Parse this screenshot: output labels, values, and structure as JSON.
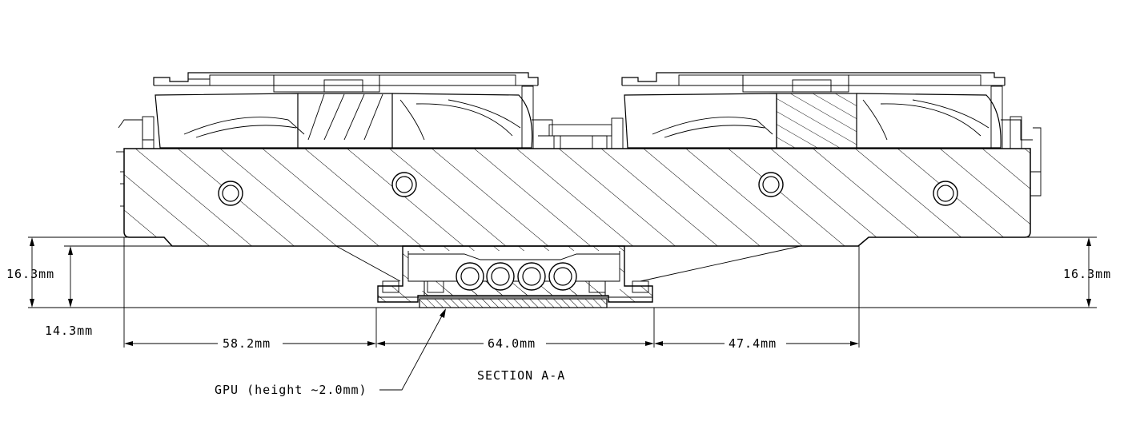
{
  "labels": {
    "left_height_outer": "16.3mm",
    "left_height_inner": "14.3mm",
    "right_height": "16.3mm",
    "width_left": "58.2mm",
    "width_center": "64.0mm",
    "width_right": "47.4mm",
    "section_title": "SECTION A-A",
    "gpu_callout": "GPU (height ~2.0mm)"
  },
  "colors": {
    "line": "#000000",
    "background": "#ffffff"
  }
}
